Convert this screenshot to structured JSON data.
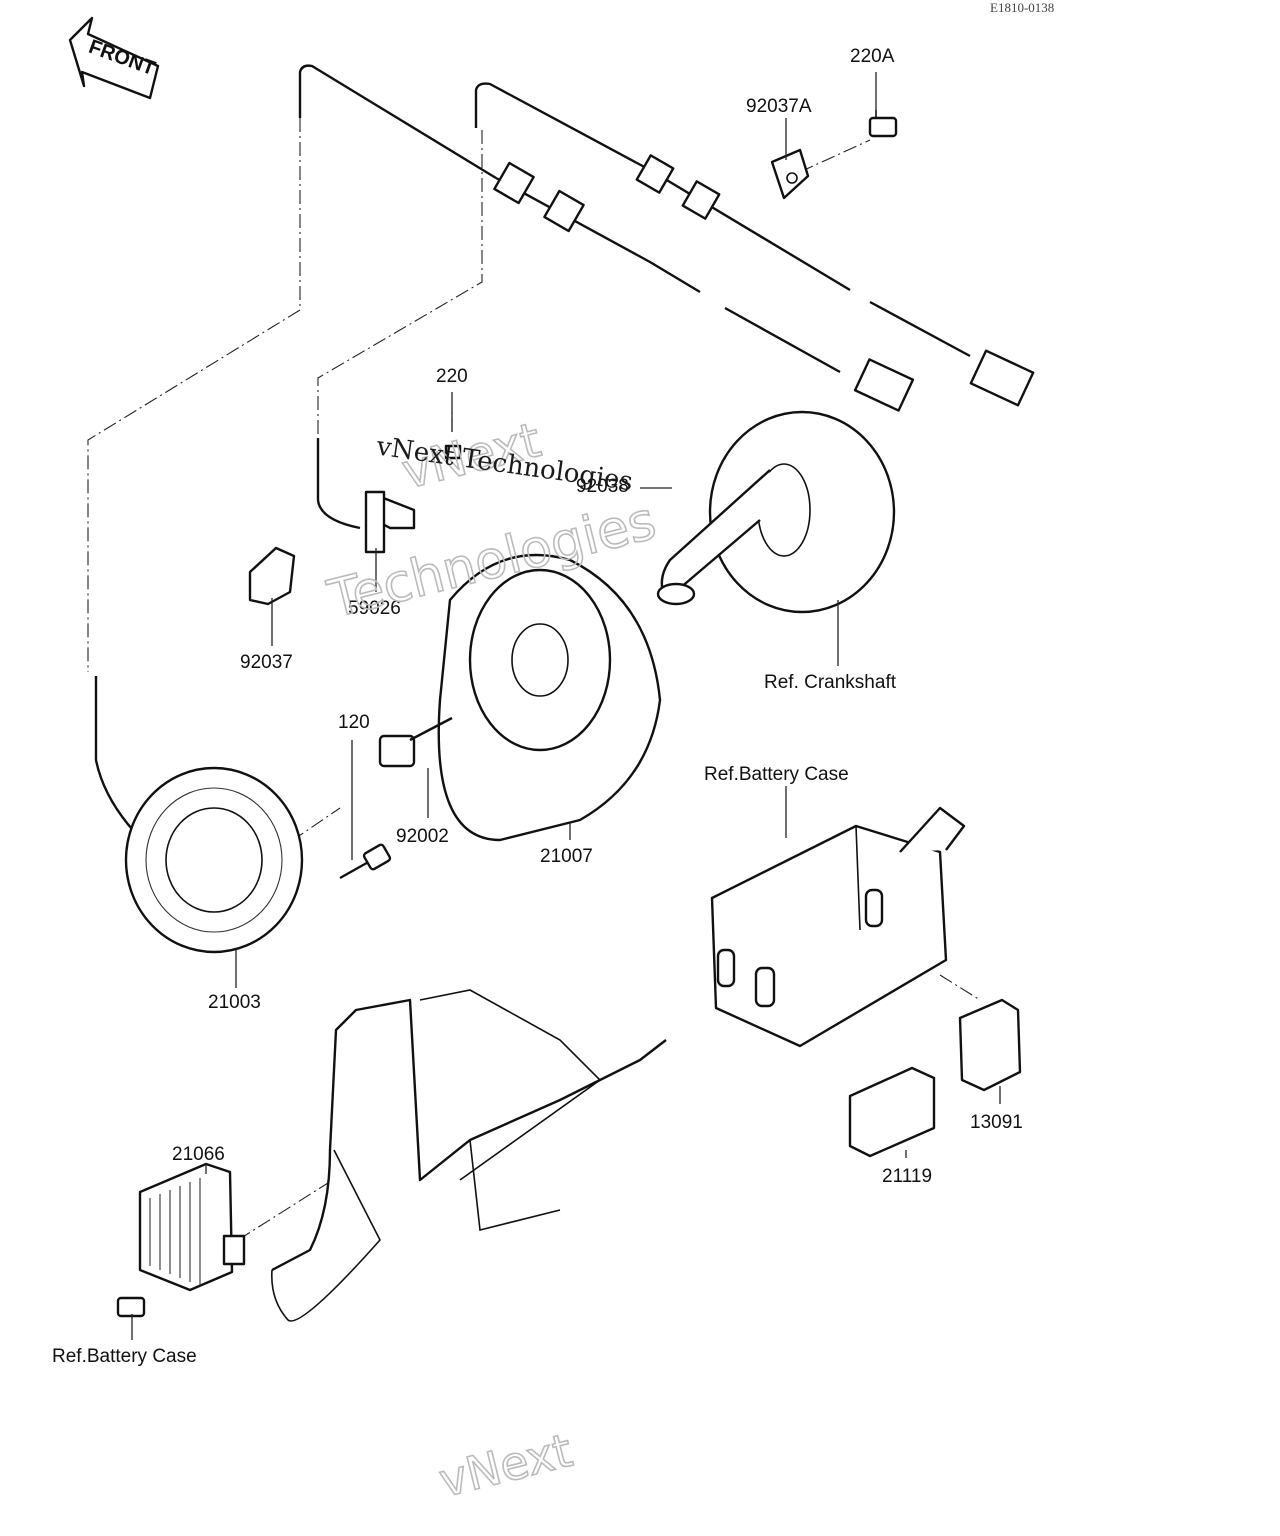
{
  "ref_code": "E1810-0138",
  "front_label": "FRONT",
  "watermarks": {
    "center_line1": "vNext",
    "center_line2": "Technologies",
    "inline": "vNext Technologies",
    "bottom": "vNext"
  },
  "parts": {
    "p220A": "220A",
    "p92037A": "92037A",
    "p220": "220",
    "p92038": "92038",
    "p59026": "59026",
    "p92037": "92037",
    "p120": "120",
    "p92002": "92002",
    "p21007": "21007",
    "p21003": "21003",
    "p21066": "21066",
    "p13091": "13091",
    "p21119": "21119",
    "ref_crankshaft": "Ref. Crankshaft",
    "ref_battery_case_top": "Ref.Battery Case",
    "ref_battery_case_bottom": "Ref.Battery Case"
  }
}
